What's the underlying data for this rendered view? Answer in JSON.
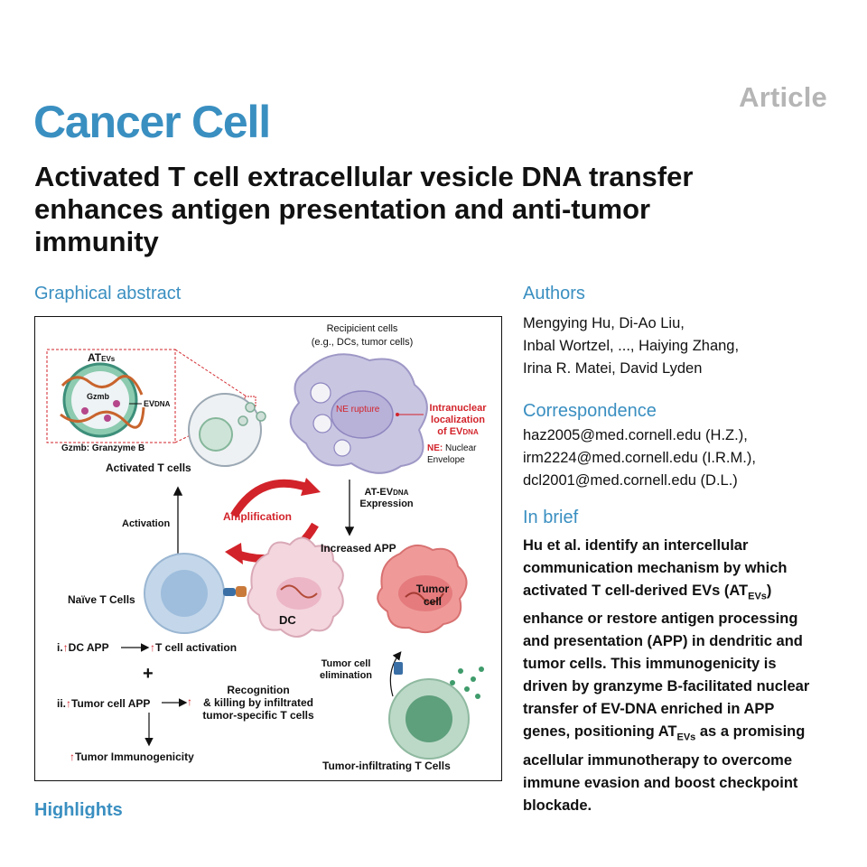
{
  "header": {
    "article_type": "Article",
    "journal": "Cancer Cell",
    "title_lines": [
      "Activated T cell extracellular vesicle DNA transfer",
      "enhances antigen presentation and anti-tumor",
      "immunity"
    ]
  },
  "graphical_abstract": {
    "heading": "Graphical abstract",
    "labels": {
      "at": "AT",
      "at_sub": "EVs",
      "gzmb": "Gzmb",
      "ev": "EV",
      "ev_sub": "DNA",
      "gzmb_def": "Gzmb: Granzyme B",
      "recipient_1": "Recipicient cells",
      "recipient_2": "(e.g., DCs, tumor cells)",
      "ne_rupture": "NE rupture",
      "intranuclear_1": "Intranuclear",
      "intranuclear_2": "localization",
      "intranuclear_3": "of EV",
      "intranuclear_sub": "DNA",
      "ne_key": "NE:",
      "ne_def_1": "Nuclear",
      "ne_def_2": "Envelope",
      "activated_t": "Activated T cells",
      "amplification": "Amplification",
      "at_ev": "AT-EV",
      "at_ev_sub": "DNA",
      "expression": "Expression",
      "activation": "Activation",
      "increased_app": "Increased APP",
      "naive_t": "Naïve T Cells",
      "dc": "DC",
      "tumor_1": "Tumor",
      "tumor_2": "cell",
      "i_marker": "i.",
      "dc_app": "DC APP",
      "t_activation": "T cell activation",
      "plus": "+",
      "tumor_elim_1": "Tumor cell",
      "tumor_elim_2": "elimination",
      "recog_1": "Recognition",
      "recog_2": "& killing by infiltrated",
      "recog_3": "tumor-specific T cells",
      "ii_marker": "ii.",
      "tumor_app": "Tumor cell APP",
      "tumor_immuno": "Tumor Immunogenicity",
      "til": "Tumor-infiltrating T Cells"
    }
  },
  "authors": {
    "heading": "Authors",
    "lines": [
      "Mengying Hu, Di-Ao Liu,",
      "Inbal Wortzel, ..., Haiying Zhang,",
      "Irina R. Matei, David Lyden"
    ]
  },
  "correspondence": {
    "heading": "Correspondence",
    "lines": [
      "haz2005@med.cornell.edu (H.Z.),",
      "irm2224@med.cornell.edu (I.R.M.),",
      "dcl2001@med.cornell.edu (D.L.)"
    ]
  },
  "in_brief": {
    "heading": "In brief",
    "line1": "Hu et al. identify an intercellular",
    "line2": "communication mechanism by which",
    "line3_pre": "activated T cell-derived EVs (AT",
    "line3_sub": "EVs",
    "line3_post": ")",
    "line4": "enhance or restore antigen processing",
    "line5": "and presentation (APP) in dendritic and",
    "line6": "tumor cells. This immunogenicity is",
    "line7": "driven by granzyme B-facilitated nuclear",
    "line8": "transfer of EV-DNA enriched in APP",
    "line9_pre": "genes, positioning AT",
    "line9_sub": "EVs",
    "line9_post": " as a promising",
    "line10": "acellular immunotherapy to overcome",
    "line11": "immune evasion and boost checkpoint",
    "line12": "blockade."
  },
  "highlights": {
    "heading": "Highlights"
  },
  "colors": {
    "brand": "#3a8fc1",
    "accent_red": "#d2232a",
    "article_gray": "#b5b5b5"
  }
}
